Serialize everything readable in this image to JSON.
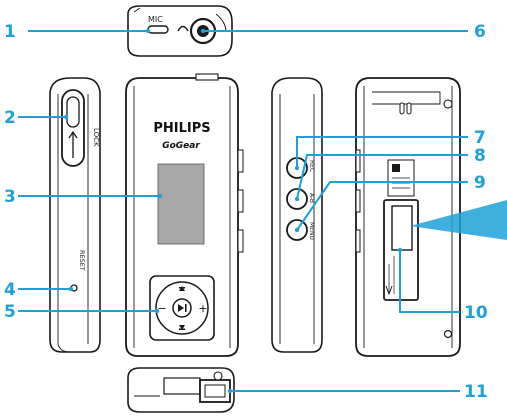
{
  "colors": {
    "accent": "#1da1d8",
    "outline": "#1a1a1a",
    "screen": "#a8a8a8"
  },
  "device": {
    "brand": "PHILIPS",
    "model": "GoGear",
    "mic_label": "MIC",
    "lock_label": "LOCK",
    "reset_label": "RESET",
    "rec_label": "REC",
    "ab_label": "A-B",
    "menu_label": "MENU",
    "minus_sign": "−",
    "plus_sign": "+"
  },
  "callouts": [
    "1",
    "2",
    "3",
    "4",
    "5",
    "6",
    "7",
    "8",
    "9",
    "10",
    "11"
  ]
}
